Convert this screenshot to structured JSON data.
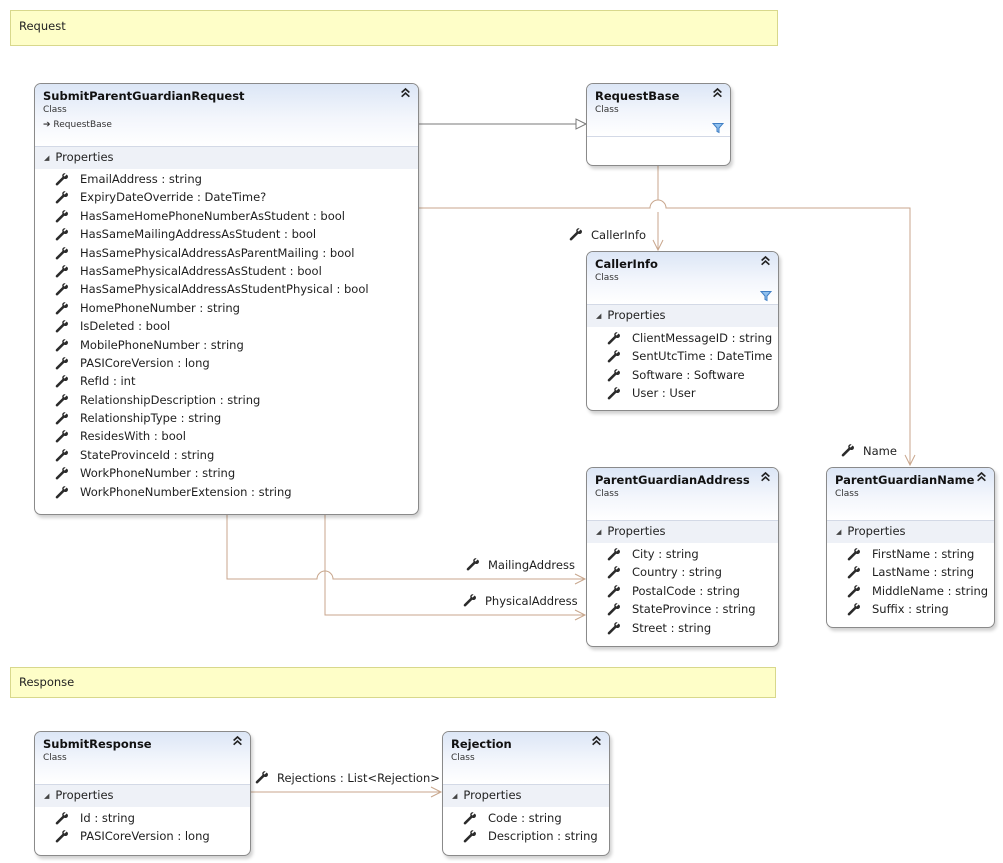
{
  "notes": {
    "request": "Request",
    "response": "Response"
  },
  "section_label": "Properties",
  "class_kind": "Class",
  "colors": {
    "association": "#c8a68c",
    "inheritance": "#7a7a7a",
    "note_bg": "#fefec8",
    "header_gradient": "#dce6f6"
  },
  "icons": {
    "property": "wrench-icon",
    "collapse": "double-chevron-up-icon",
    "filter": "filter-icon",
    "inherits": "arrow-right-icon"
  },
  "classes": {
    "submit_parent_guardian_request": {
      "name": "SubmitParentGuardianRequest",
      "inherits": "RequestBase",
      "properties": [
        "EmailAddress : string",
        "ExpiryDateOverride : DateTime?",
        "HasSameHomePhoneNumberAsStudent : bool",
        "HasSameMailingAddressAsStudent : bool",
        "HasSamePhysicalAddressAsParentMailing : bool",
        "HasSamePhysicalAddressAsStudent : bool",
        "HasSamePhysicalAddressAsStudentPhysical : bool",
        "HomePhoneNumber : string",
        "IsDeleted : bool",
        "MobilePhoneNumber : string",
        "PASICoreVersion : long",
        "RefId : int",
        "RelationshipDescription : string",
        "RelationshipType : string",
        "ResidesWith : bool",
        "StateProvinceId : string",
        "WorkPhoneNumber : string",
        "WorkPhoneNumberExtension : string"
      ]
    },
    "request_base": {
      "name": "RequestBase"
    },
    "caller_info": {
      "name": "CallerInfo",
      "properties": [
        "ClientMessageID : string",
        "SentUtcTime : DateTime",
        "Software : Software",
        "User : User"
      ]
    },
    "parent_guardian_address": {
      "name": "ParentGuardianAddress",
      "properties": [
        "City : string",
        "Country : string",
        "PostalCode : string",
        "StateProvince : string",
        "Street : string"
      ]
    },
    "parent_guardian_name": {
      "name": "ParentGuardianName",
      "properties": [
        "FirstName : string",
        "LastName : string",
        "MiddleName : string",
        "Suffix : string"
      ]
    },
    "submit_response": {
      "name": "SubmitResponse",
      "properties": [
        "Id : string",
        "PASICoreVersion : long"
      ]
    },
    "rejection": {
      "name": "Rejection",
      "properties": [
        "Code : string",
        "Description : string"
      ]
    }
  },
  "associations": {
    "caller_info": "CallerInfo",
    "name": "Name",
    "mailing_address": "MailingAddress",
    "physical_address": "PhysicalAddress",
    "rejections": "Rejections : List<Rejection>"
  }
}
